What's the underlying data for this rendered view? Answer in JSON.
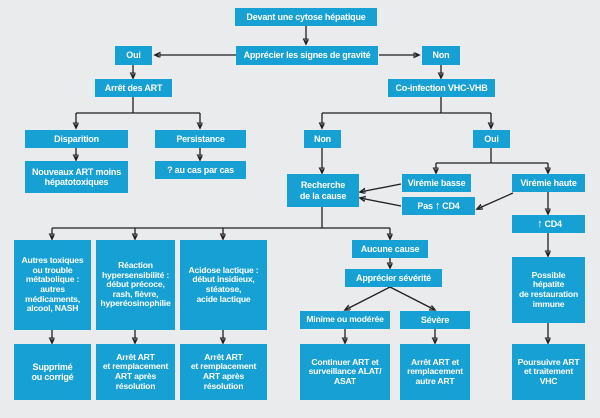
{
  "diagram": {
    "title": "Devant une cytose hepatique - algorithme",
    "colors": {
      "node_fill": "#17a0d4",
      "node_text": "#ffffff",
      "background": "#e9ebec",
      "connector": "#231f20"
    },
    "nodes": {
      "root": "Devant une cytose hépatique",
      "apprecier_gravite": "Apprécier les signes de gravité",
      "gravite_oui": "Oui",
      "gravite_non": "Non",
      "arret_des_art": "Arrêt des ART",
      "co_infection": "Co-infection VHC-VHB",
      "disparition": "Disparition",
      "persistance": "Persistance",
      "nouveaux_art": "Nouveaux ART moins\nhépatotoxiques",
      "au_cas_par_cas": "? au cas par cas",
      "coinf_non": "Non",
      "coinf_oui": "Oui",
      "recherche_cause": "Recherche\nde la cause",
      "viremie_basse": "Virémie basse",
      "viremie_haute": "Virémie haute",
      "pas_cd4_prefix": "Pas",
      "pas_cd4_suffix": "CD4",
      "cd4_suffix": "CD4",
      "up_arrow_glyph": "↑",
      "autres_toxiques": "Autres toxiques\nou trouble\nmétabolique :\nautres\nmédicaments,\nalcool, NASH",
      "reaction_hypersensibilite": "Réaction\nhypersensibilité :\ndébut précoce,\nrash, fièvre,\nhyperéosinophilie",
      "acidose_lactique": "Acidose lactique :\ndébut insidieux,\nstéatose,\nacide lactique",
      "aucune_cause": "Aucune cause",
      "apprecier_severite": "Apprécier sévérité",
      "minime_moderee": "Minime ou modérée",
      "severe": "Sévère",
      "supprime_corrige": "Supprimé\nou corrigé",
      "arret_art_remplacement_1": "Arrêt ART\net remplacement\nART après\nrésolution",
      "arret_art_remplacement_2": "Arrêt ART\net remplacement\nART après\nrésolution",
      "continuer_art": "Continuer ART et\nsurveillance ALAT/\nASAT",
      "arret_art_autre": "Arrêt ART et\nremplacement\nautre ART",
      "possible_hepatite": "Possible\nhépatite\nde restauration\nimmune",
      "poursuivre_art": "Poursuivre ART\net traitement\nVHC"
    }
  }
}
